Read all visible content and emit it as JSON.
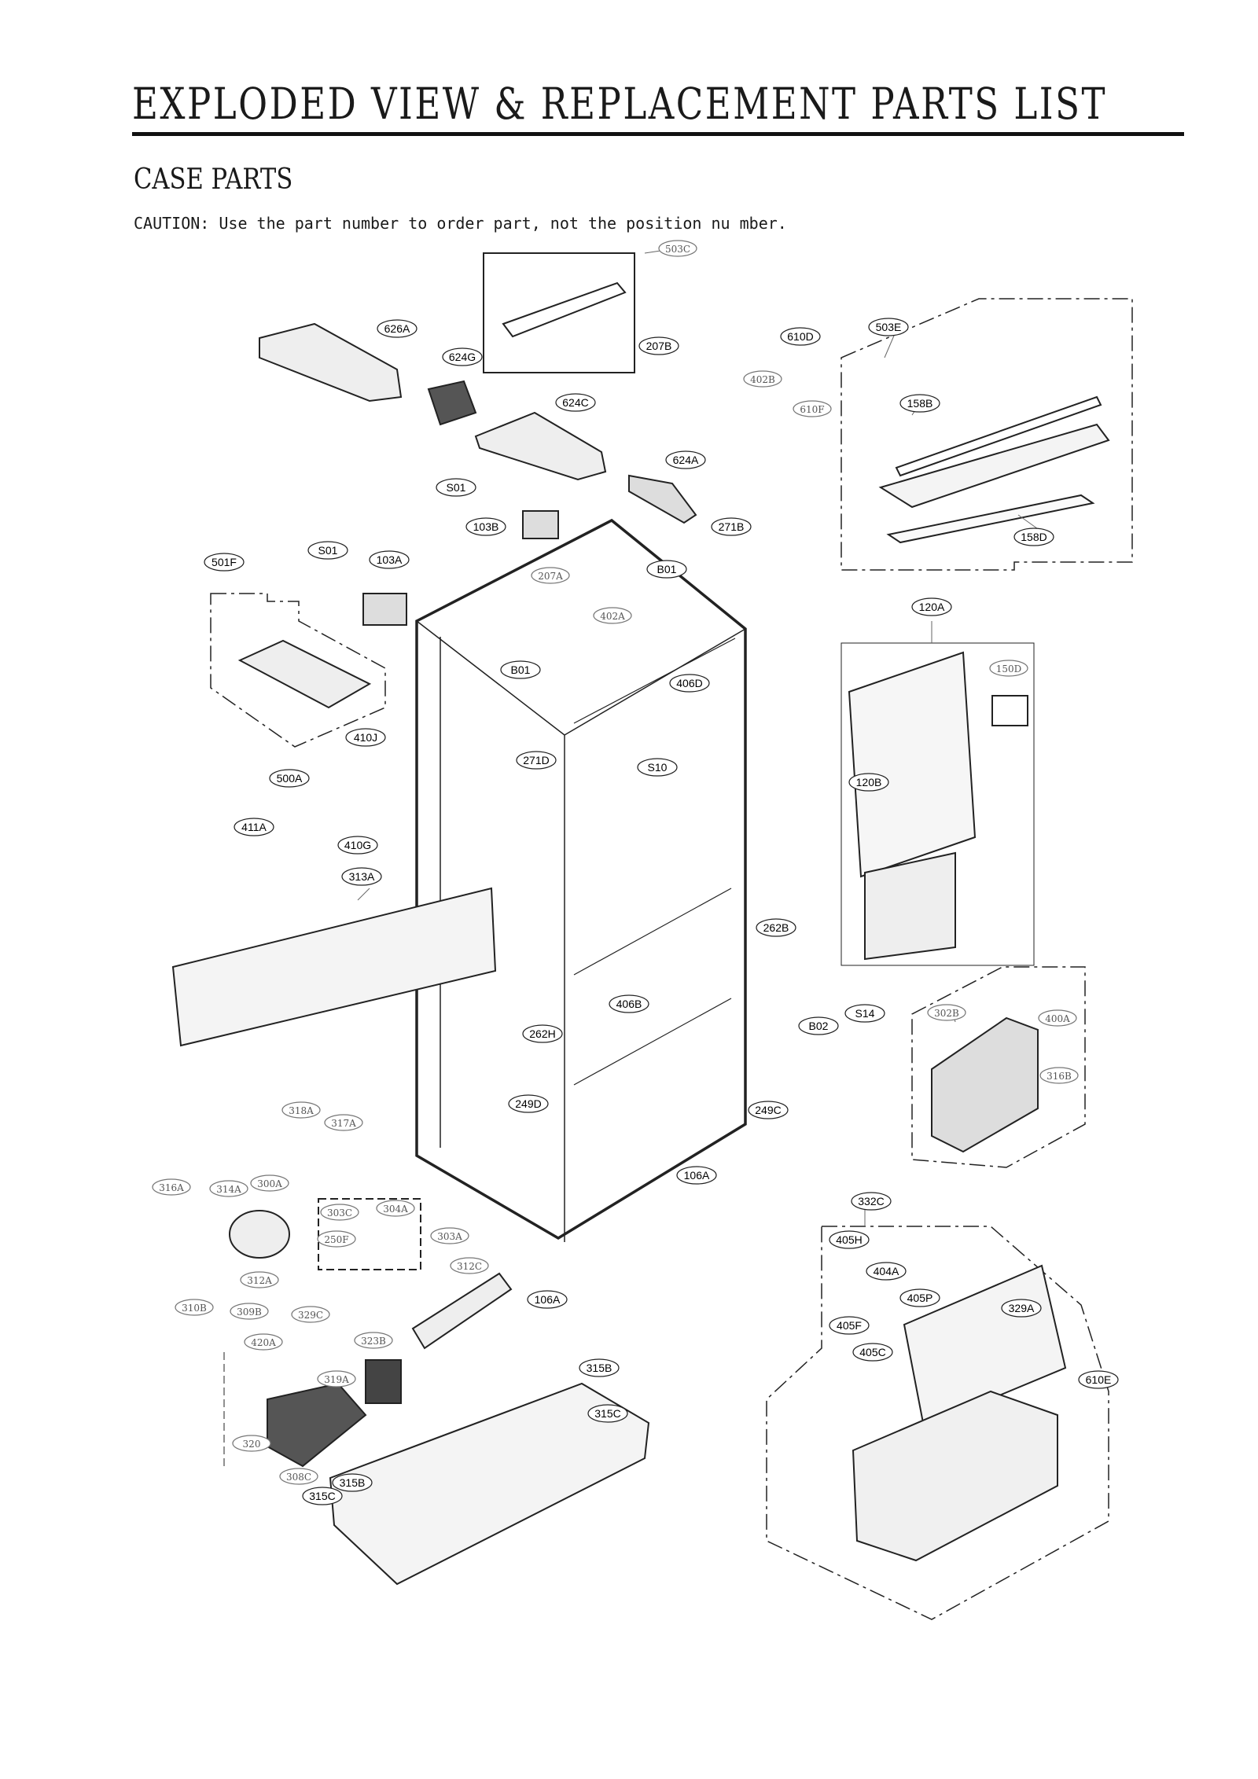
{
  "header": {
    "title": "EXPLODED VIEW & REPLACEMENT PARTS LIST",
    "section": "CASE PARTS",
    "caution": "CAUTION: Use the part number to order part, not the position nu mber."
  },
  "labels": [
    "503C",
    "626A",
    "624G",
    "207B",
    "610D",
    "402B",
    "610F",
    "624C",
    "503E",
    "158B",
    "624A",
    "S01",
    "103B",
    "271B",
    "158D",
    "501F",
    "S01",
    "103A",
    "207A",
    "B01",
    "402A",
    "120A",
    "150D",
    "406D",
    "B01",
    "S10",
    "410J",
    "271D",
    "120B",
    "500A",
    "411A",
    "410G",
    "313A",
    "262B",
    "406B",
    "S14",
    "B02",
    "302B",
    "400A",
    "262H",
    "316B",
    "249D",
    "249C",
    "318A",
    "317A",
    "106A",
    "316A",
    "314A",
    "300A",
    "303C",
    "304A",
    "332C",
    "303A",
    "250F",
    "312A",
    "405H",
    "312C",
    "404A",
    "310B",
    "106A",
    "405P",
    "309B",
    "329C",
    "329A",
    "405F",
    "420A",
    "323B",
    "405C",
    "315B",
    "319A",
    "610E",
    "315C",
    "320",
    "308C",
    "315B",
    "315C"
  ]
}
